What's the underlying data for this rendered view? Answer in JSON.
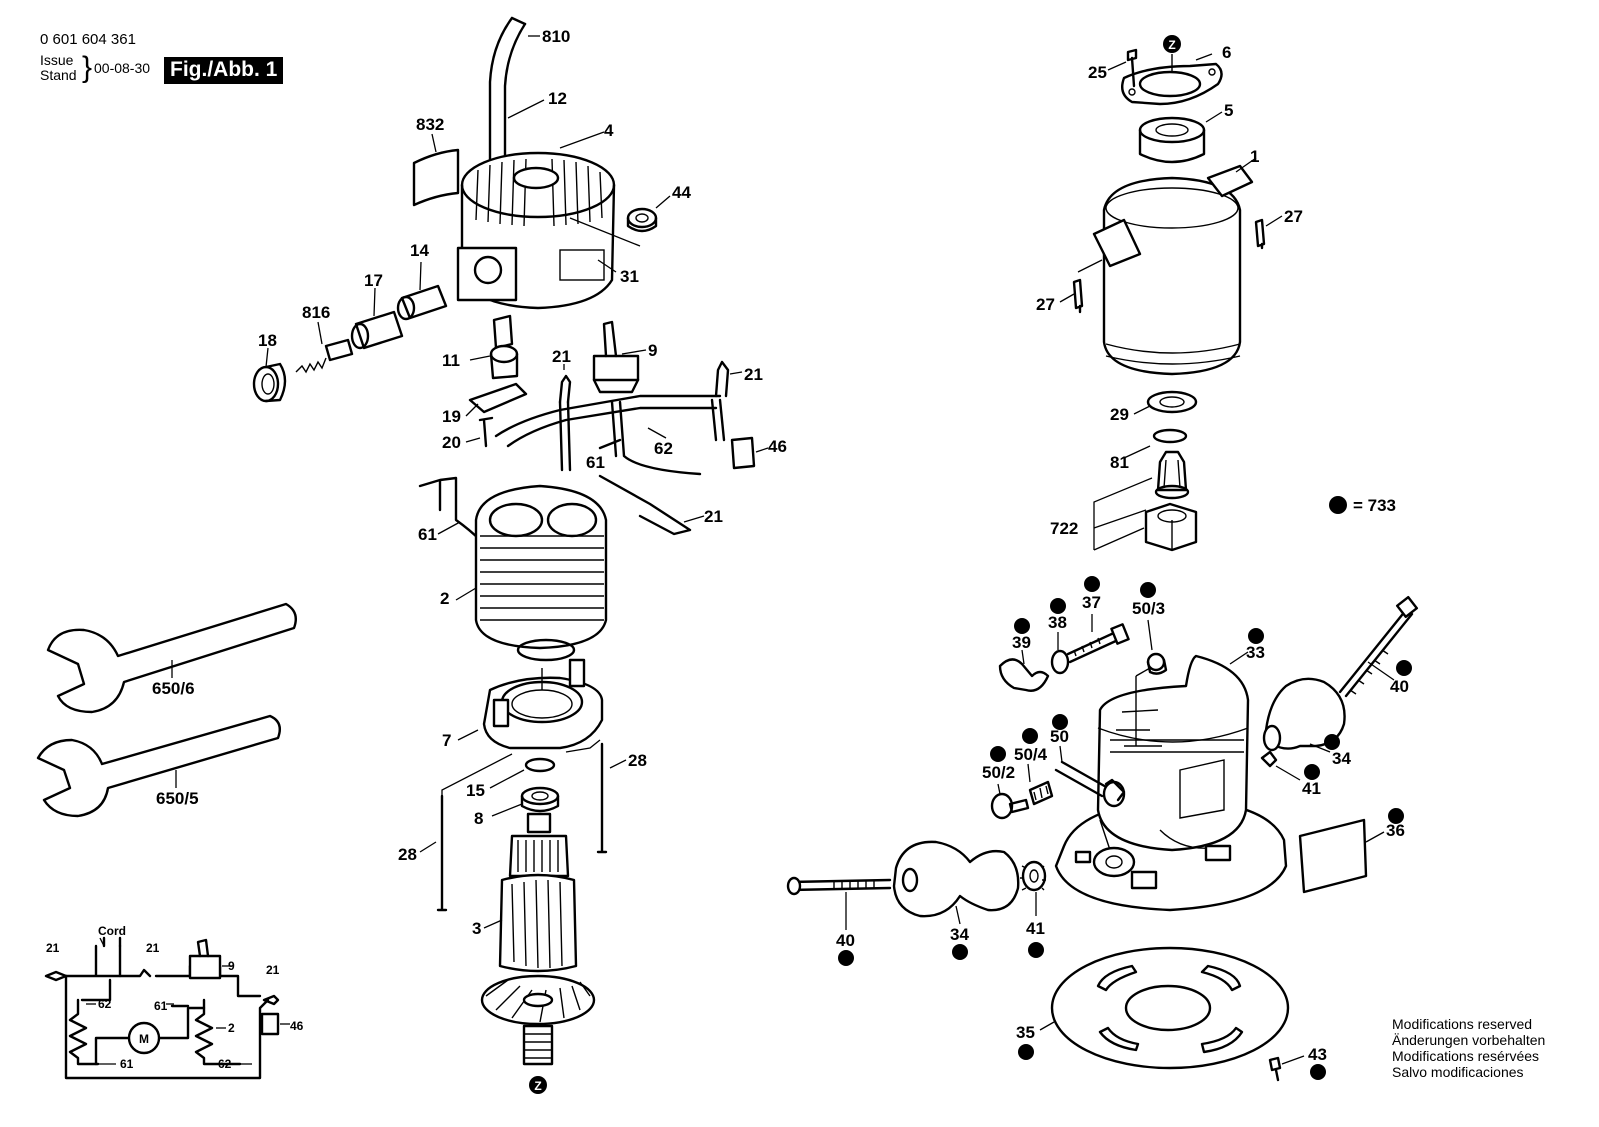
{
  "header": {
    "doc_number": "0 601 604 361",
    "issue_label_1": "Issue",
    "issue_label_2": "Stand",
    "issue_date": "00-08-30",
    "figure_title": "Fig./Abb. 1"
  },
  "legend": {
    "symbol": "filled-dot-icon",
    "text": "= 733"
  },
  "modifications": [
    "Modifications reserved",
    "Änderungen vorbehalten",
    "Modifications resérvées",
    "Salvo modificaciones"
  ],
  "circuit": {
    "cord_label": "Cord",
    "motor_label": "M",
    "labels": {
      "plug_left": "21",
      "plug_mid": "21",
      "switch": "9",
      "plug_right": "21",
      "wire_left": "62",
      "wire_mid": "61",
      "field": "2",
      "connector": "46",
      "wire_bottom_left": "61",
      "wire_bottom_right": "62"
    }
  },
  "callouts": {
    "p810": "810",
    "p12": "12",
    "p832": "832",
    "p4": "4",
    "p44": "44",
    "p14": "14",
    "p17": "17",
    "p31": "31",
    "p816": "816",
    "p18": "18",
    "p11": "11",
    "p21a": "21",
    "p9": "9",
    "p21b": "21",
    "p19": "19",
    "p20": "20",
    "p61a": "61",
    "p62": "62",
    "p46": "46",
    "p21c": "21",
    "p61b": "61",
    "p2": "2",
    "p7": "7",
    "p15": "15",
    "p28a": "28",
    "p8": "8",
    "p28b": "28",
    "p3": "3",
    "p650_6": "650/6",
    "p650_5": "650/5",
    "p25": "25",
    "p6": "6",
    "p5": "5",
    "p1": "1",
    "p27a": "27",
    "p27b": "27",
    "p29": "29",
    "p81": "81",
    "p722": "722",
    "p39": "39",
    "p38": "38",
    "p37": "37",
    "p50_3": "50/3",
    "p33": "33",
    "p40a": "40",
    "p34a": "34",
    "p41a": "41",
    "p50_4": "50/4",
    "p50": "50",
    "p50_2": "50/2",
    "p36": "36",
    "p40b": "40",
    "p34b": "34",
    "p41b": "41",
    "p35": "35",
    "p43": "43"
  },
  "z_marker": "Z"
}
